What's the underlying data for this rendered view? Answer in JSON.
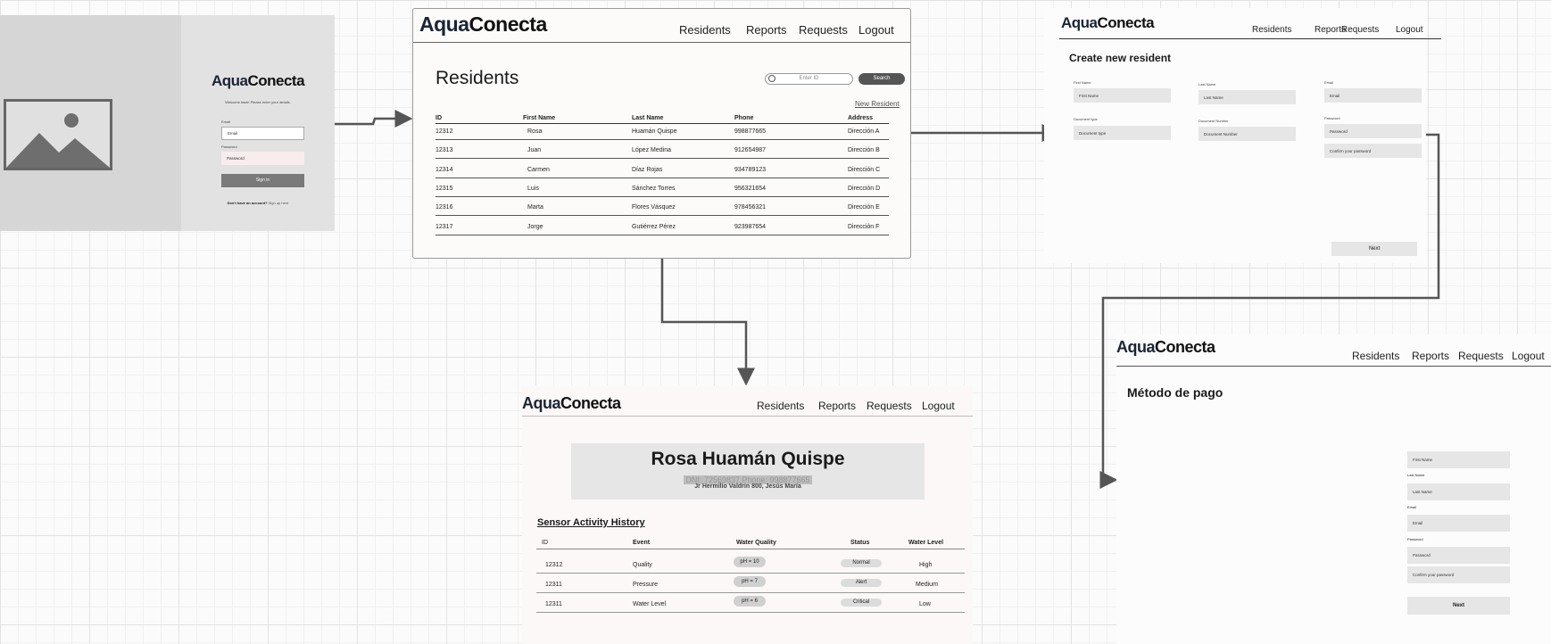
{
  "brand": "AquaConecta",
  "nav": [
    "Residents",
    "Reports",
    "Requests",
    "Logout"
  ],
  "login": {
    "welcome": "Welcome back! Please enter your details.",
    "email_label": "Email",
    "email_placeholder": "Email",
    "password_label": "Password",
    "password_placeholder": "Password",
    "signin": "Sign in",
    "noaccount": "Don't have an account?",
    "signup": "Sign up here"
  },
  "residents": {
    "title": "Residents",
    "search_placeholder": "Enter ID",
    "search_button": "Search",
    "new_link": "New Resident",
    "columns": [
      "ID",
      "First Name",
      "Last Name",
      "Phone",
      "Address"
    ],
    "rows": [
      [
        "12312",
        "Rosa",
        "Huamán Quispe",
        "998877665",
        "Dirección A"
      ],
      [
        "12313",
        "Juan",
        "López Medina",
        "912654987",
        "Dirección B"
      ],
      [
        "12314",
        "Carmen",
        "Díaz Rojas",
        "934789123",
        "Dirección C"
      ],
      [
        "12315",
        "Luis",
        "Sánchez Torres",
        "956321654",
        "Dirección D"
      ],
      [
        "12316",
        "Marta",
        "Flores Vásquez",
        "978456321",
        "Dirección E"
      ],
      [
        "12317",
        "Jorge",
        "Gutiérrez Pérez",
        "923987654",
        "Dirección F"
      ]
    ]
  },
  "create": {
    "title": "Create new resident",
    "first_name_label": "First Name",
    "first_name_ph": "First Name",
    "last_name_label": "Last Name",
    "last_name_ph": "Last Name",
    "email_label": "Email",
    "email_ph": "Email",
    "doctype_label": "Document type",
    "doctype_ph": "Document type",
    "docnum_label": "Document Number",
    "docnum_ph": "Document Number",
    "password_label": "Password",
    "password_ph": "Password",
    "confirm_ph": "Confirm your password",
    "next": "Next"
  },
  "detail": {
    "name": "Rosa Huamán Quispe",
    "ids": "DNI: 72569837  Phone: 998877665",
    "address": "Jr Hermilio Valdrin 800, Jesús María",
    "section": "Sensor Activity History",
    "columns": [
      "ID",
      "Event",
      "Water Quality",
      "Status",
      "Water Level"
    ],
    "rows": [
      [
        "12312",
        "Quality",
        "pH = 10",
        "Normal",
        "High"
      ],
      [
        "12311",
        "Pressure",
        "pH = 7",
        "Alert",
        "Medium"
      ],
      [
        "12311",
        "Water Level",
        "pH = 6",
        "Critical",
        "Low"
      ]
    ]
  },
  "payment": {
    "title": "Método de pago",
    "first_name_ph": "First Name",
    "last_name_label": "Last Name",
    "last_name_ph": "Last Name",
    "email_label": "Email",
    "email_ph": "Email",
    "password_label": "Password",
    "password_ph": "Password",
    "confirm_ph": "Confirm your password",
    "next": "Next"
  }
}
